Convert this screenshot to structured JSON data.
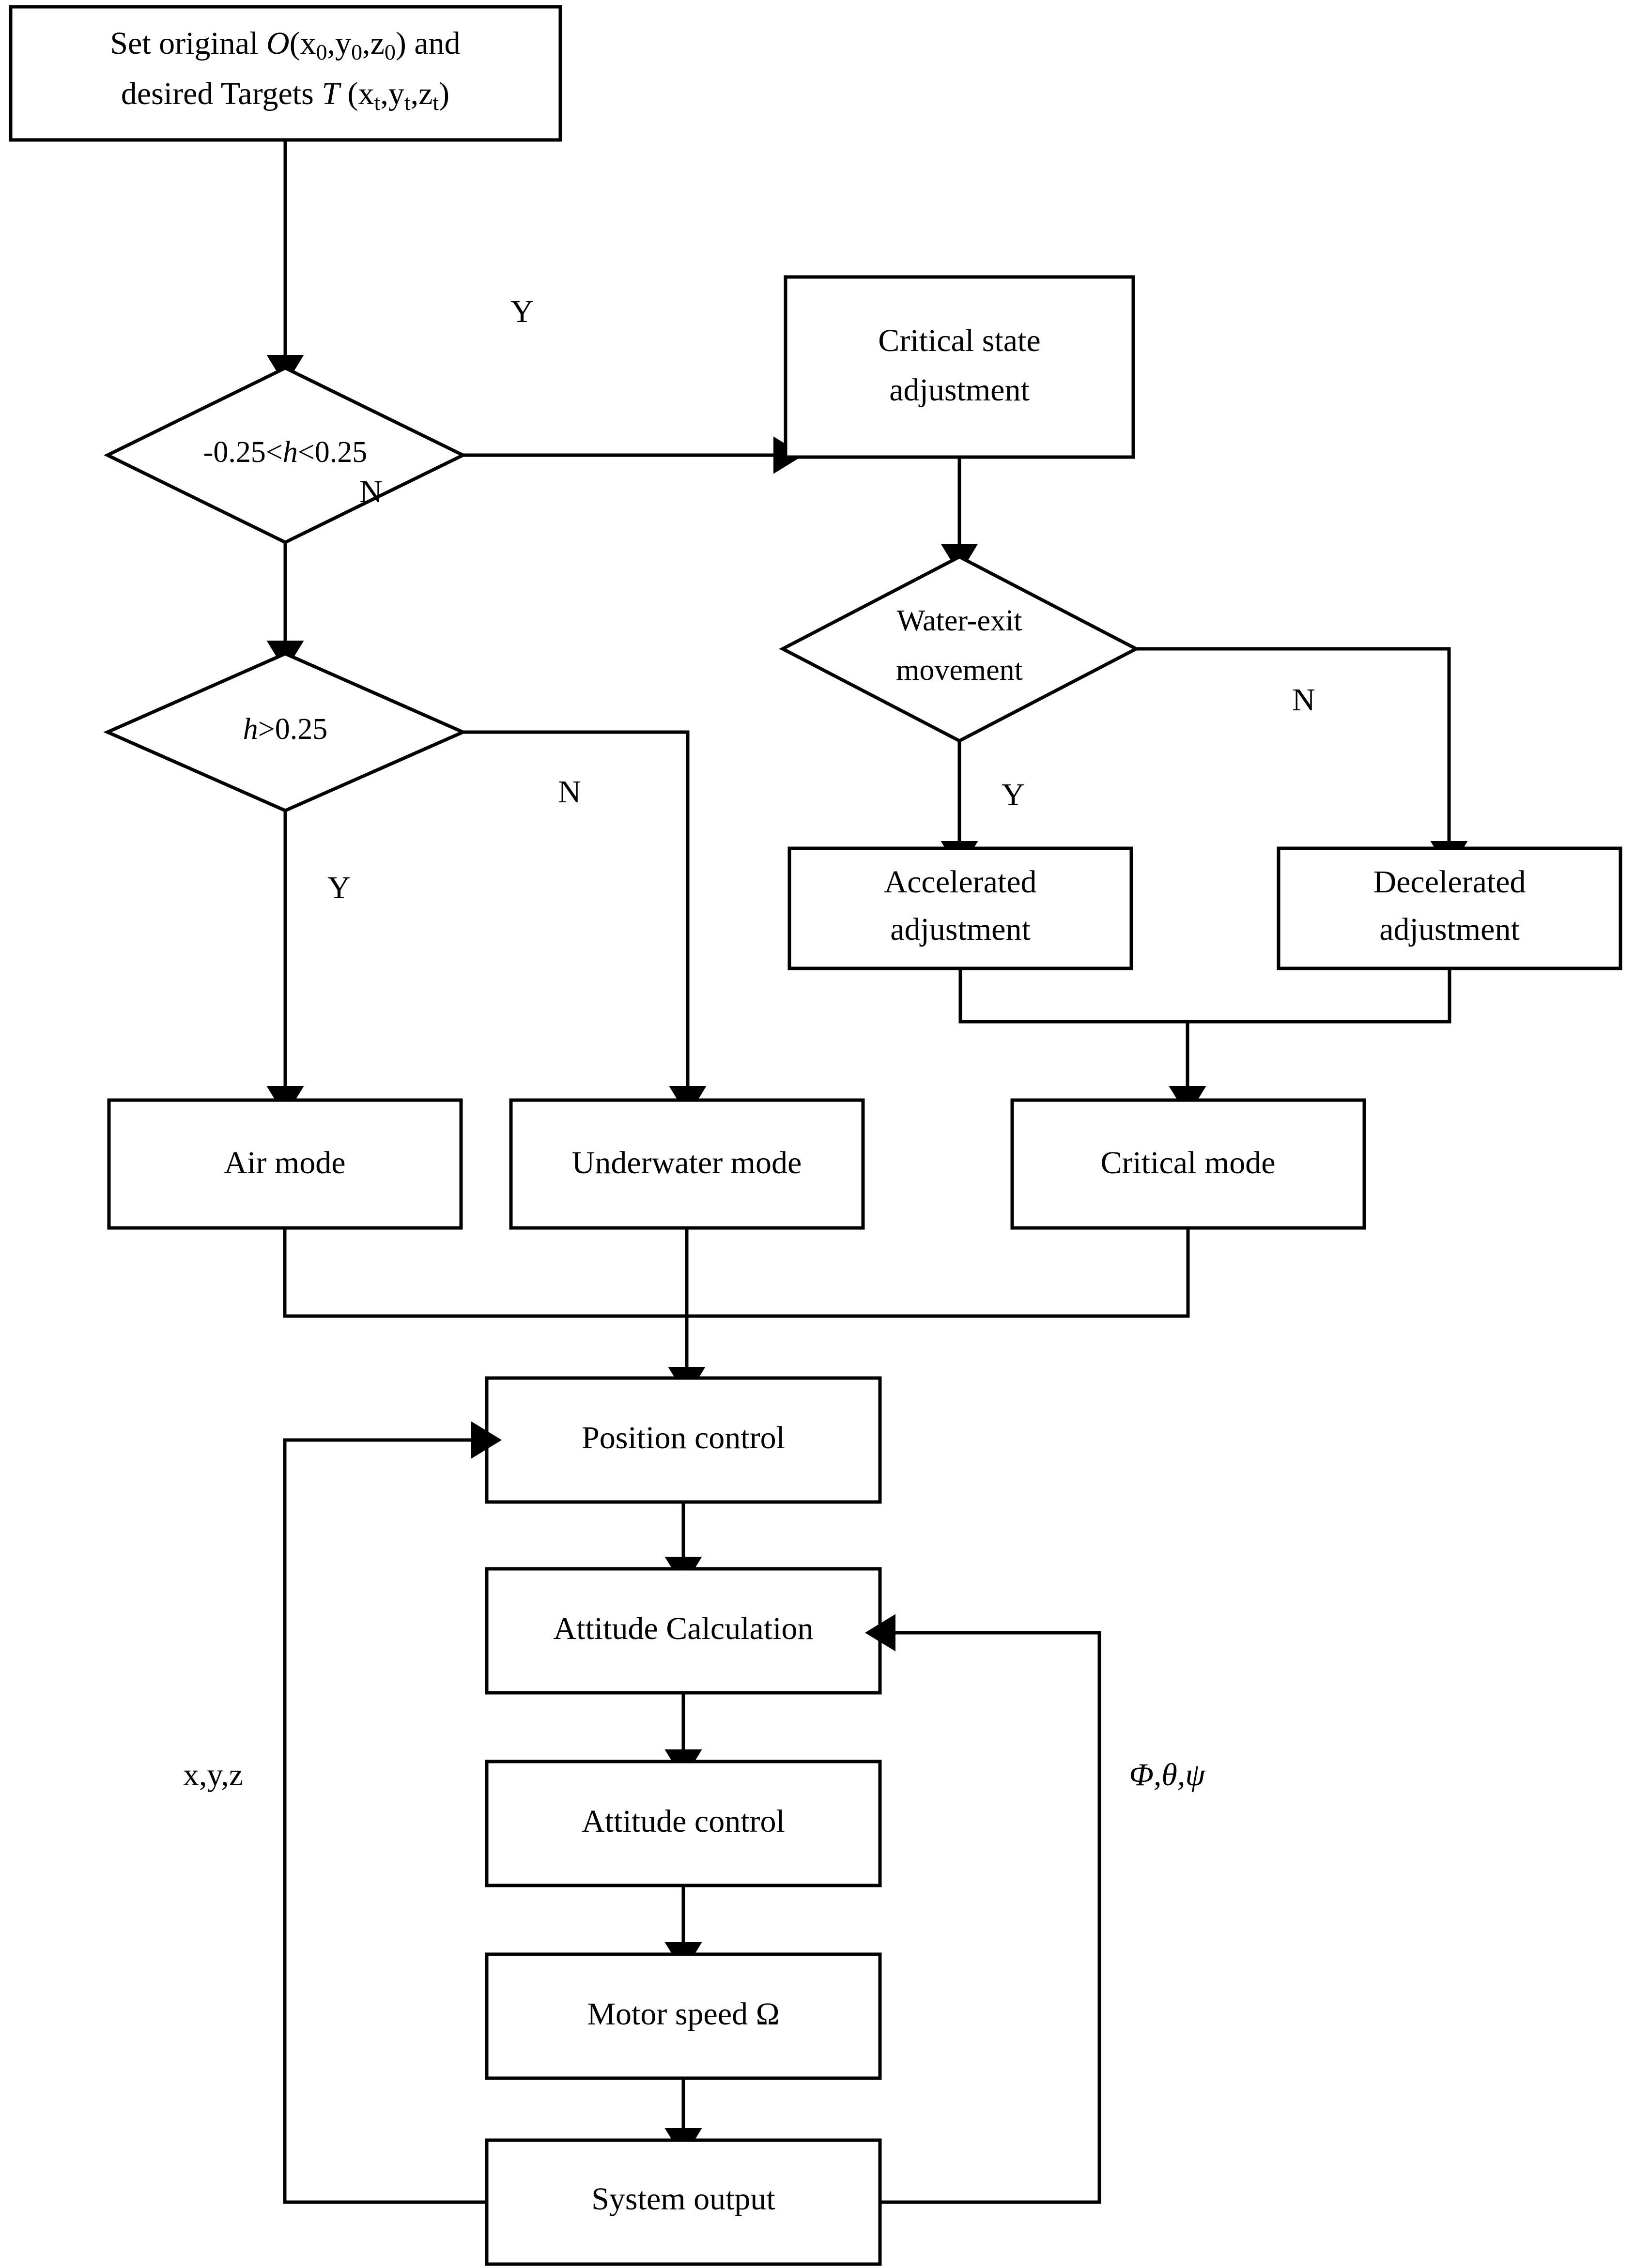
{
  "diagram": {
    "title": "Amphibious vehicle mode-switching and flight control flowchart",
    "background_color": "#ffffff",
    "line_color": "#000000",
    "nodes": {
      "start": {
        "type": "process",
        "line1_a": "Set original ",
        "line1_O": "O",
        "line1_b": "(x",
        "line1_sub1": "0",
        "line1_c": ",y",
        "line1_sub2": "0",
        "line1_d": ",z",
        "line1_sub3": "0",
        "line1_e": ") and",
        "line2_a": "desired Targets ",
        "line2_T": "T",
        "line2_b": " (x",
        "line2_sub1": "t",
        "line2_c": ",y",
        "line2_sub2": "t",
        "line2_d": ",z",
        "line2_sub3": "t",
        "line2_e": ")"
      },
      "decision_band": {
        "type": "decision",
        "pre": "-0.25<",
        "var": "h",
        "post": "<0.25"
      },
      "decision_above": {
        "type": "decision",
        "var": "h",
        "post": ">0.25"
      },
      "critical_state_adjustment": {
        "type": "process",
        "line1": "Critical state",
        "line2": "adjustment"
      },
      "water_exit": {
        "type": "decision",
        "line1": "Water-exit",
        "line2": "movement"
      },
      "accelerated_adjustment": {
        "type": "process",
        "line1": "Accelerated",
        "line2": "adjustment"
      },
      "decelerated_adjustment": {
        "type": "process",
        "line1": "Decelerated",
        "line2": "adjustment"
      },
      "air_mode": {
        "type": "process",
        "label": "Air mode"
      },
      "underwater_mode": {
        "type": "process",
        "label": "Underwater mode"
      },
      "critical_mode": {
        "type": "process",
        "label": "Critical mode"
      },
      "position_control": {
        "type": "process",
        "label": "Position control"
      },
      "attitude_calculation": {
        "type": "process",
        "label": "Attitude Calculation"
      },
      "attitude_control": {
        "type": "process",
        "label": "Attitude control"
      },
      "motor_speed": {
        "type": "process",
        "label": "Motor speed Ω"
      },
      "system_output": {
        "type": "process",
        "label": "System output"
      }
    },
    "edge_labels": {
      "band_yes": "Y",
      "band_no": "N",
      "above_yes": "Y",
      "above_no": "N",
      "waterexit_yes": "Y",
      "waterexit_no": "N",
      "position_feedback": "x,y,z",
      "attitude_feedback": "Φ,θ,ψ"
    }
  }
}
